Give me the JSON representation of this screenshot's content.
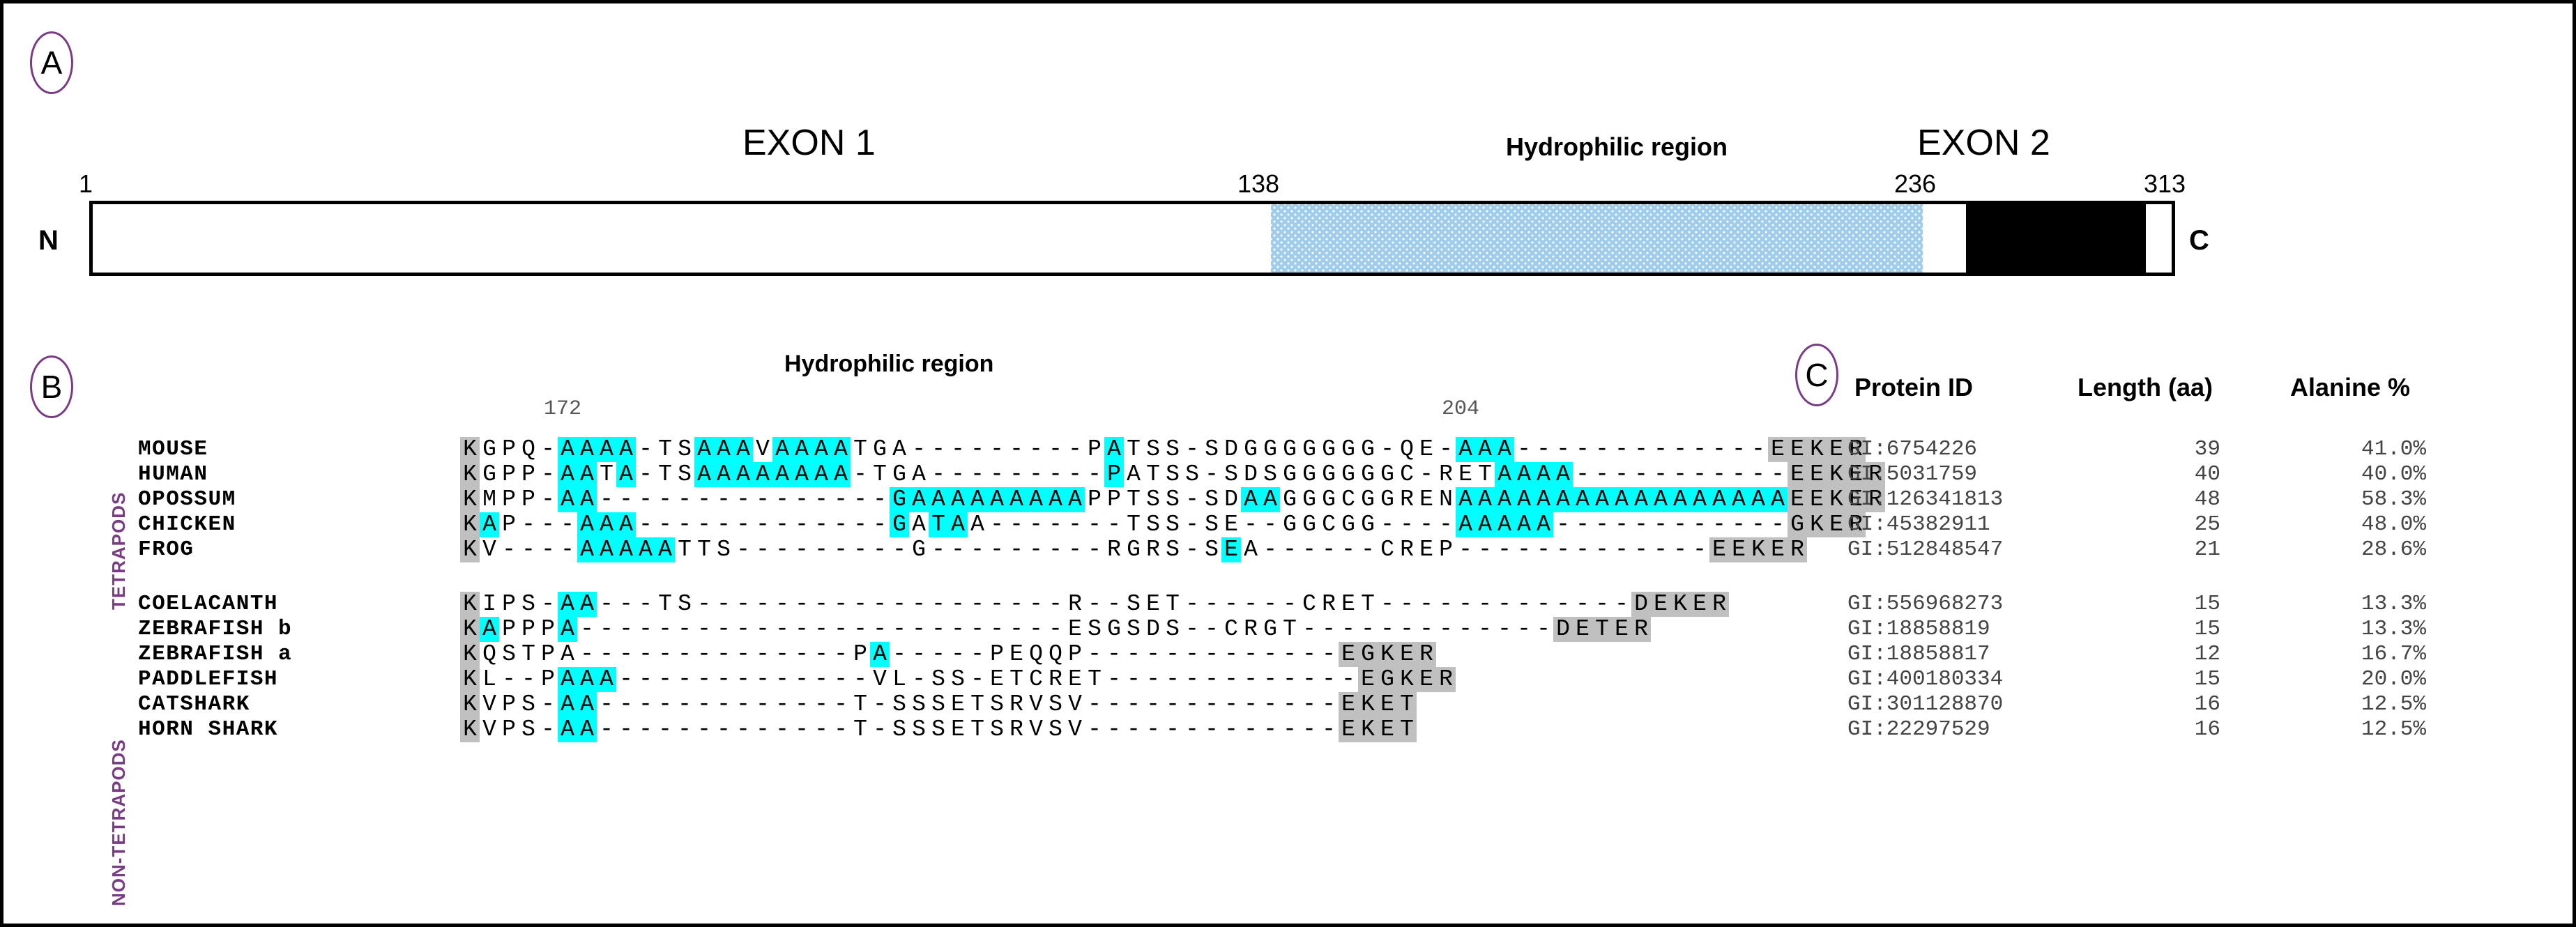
{
  "panel_a": {
    "badge": "A",
    "exon1_label": "EXON 1",
    "hydrophilic_label": "Hydrophilic region",
    "exon2_label": "EXON 2",
    "positions": {
      "start": "1",
      "hydrophilic_start": "138",
      "hydrophilic_end": "236",
      "end": "313"
    },
    "n_terminus": "N",
    "c_terminus": "C",
    "colors": {
      "hydrophilic_fill": "#9fcdeb",
      "exon2_fill": "#000000",
      "outline": "#000000"
    }
  },
  "panel_b": {
    "badge": "B",
    "hydrophilic_label": "Hydrophilic region",
    "position_markers": [
      {
        "label": "172",
        "column": 5
      },
      {
        "label": "204",
        "column": 51
      }
    ],
    "groups": [
      {
        "label": "TETRAPODS",
        "species": [
          "MOUSE",
          "HUMAN",
          "OPOSSUM",
          "CHICKEN",
          "FROG"
        ]
      },
      {
        "label": "NON-TETRAPODS",
        "species": [
          "COELACANTH",
          "ZEBRAFISH b",
          "ZEBRAFISH a",
          "PADDLEFISH",
          "CATSHARK",
          "HORN SHARK"
        ]
      }
    ],
    "highlight_colors": {
      "alanine": "#00ffff",
      "flank": "#c0c0c0"
    },
    "alignments": [
      {
        "species": "MOUSE",
        "seq": "KGPQ-AAAA-TSAAAVAAAATGA---------PATSS-SDGGGGGGG-QE-AAA-------------EEKER",
        "cyan": [
          [
            5,
            8
          ],
          [
            12,
            14
          ],
          [
            16,
            19
          ],
          [
            33,
            33
          ],
          [
            51,
            53
          ]
        ],
        "gray": [
          [
            0,
            0
          ],
          [
            67,
            71
          ]
        ]
      },
      {
        "species": "HUMAN",
        "seq": "KGPP-AATA-TSAAAAAAAA-TGA---------PATSS-SDSGGGGGGC-RETAAAA-----------EEKER",
        "cyan": [
          [
            5,
            6
          ],
          [
            8,
            8
          ],
          [
            12,
            19
          ],
          [
            33,
            33
          ],
          [
            53,
            56
          ]
        ],
        "gray": [
          [
            0,
            0
          ],
          [
            68,
            72
          ]
        ]
      },
      {
        "species": "OPOSSUM",
        "seq": "KMPP-AA---------------GAAAAAAAAAPPTSS-SDAAGGGCGGRENAAAAAAAAAAAAAAAAAEEKER",
        "cyan": [
          [
            5,
            6
          ],
          [
            22,
            31
          ],
          [
            40,
            41
          ],
          [
            51,
            67
          ]
        ],
        "gray": [
          [
            0,
            0
          ],
          [
            68,
            72
          ]
        ]
      },
      {
        "species": "CHICKEN",
        "seq": "KAP---AAA-------------GATAA-------TSS-SE--GGCGG----AAAAA------------GKER",
        "cyan": [
          [
            1,
            1
          ],
          [
            6,
            8
          ],
          [
            22,
            22
          ],
          [
            24,
            25
          ],
          [
            51,
            55
          ]
        ],
        "gray": [
          [
            0,
            0
          ],
          [
            68,
            71
          ]
        ]
      },
      {
        "species": "FROG",
        "seq": "KV----AAAAATTS---------G---------RGRS-SEA------CREP-------------EEKER",
        "cyan": [
          [
            6,
            10
          ],
          [
            39,
            39
          ]
        ],
        "gray": [
          [
            0,
            0
          ],
          [
            64,
            68
          ]
        ]
      },
      {
        "species": "COELACANTH",
        "seq": "KIPS-AA---TS-------------------R--SET------CRET-------------DEKER",
        "cyan": [
          [
            5,
            6
          ]
        ],
        "gray": [
          [
            0,
            0
          ],
          [
            60,
            64
          ]
        ]
      },
      {
        "species": "ZEBRAFISH b",
        "seq": "KAPPPA-------------------------ESGSDS--CRGT-------------DETER",
        "cyan": [
          [
            1,
            1
          ],
          [
            5,
            5
          ]
        ],
        "gray": [
          [
            0,
            0
          ],
          [
            56,
            60
          ]
        ]
      },
      {
        "species": "ZEBRAFISH a",
        "seq": "KQSTPA--------------PA-----PEQQP-------------EGKER",
        "cyan": [
          [
            21,
            21
          ]
        ],
        "gray": [
          [
            0,
            0
          ],
          [
            45,
            49
          ]
        ]
      },
      {
        "species": "PADDLEFISH",
        "seq": "KL--PAAA-------------VL-SS-ETCRET-------------EGKER",
        "cyan": [
          [
            5,
            7
          ]
        ],
        "gray": [
          [
            0,
            0
          ],
          [
            46,
            50
          ]
        ]
      },
      {
        "species": "CATSHARK",
        "seq": "KVPS-AA-------------T-SSSETSRVSV-------------EKET",
        "cyan": [
          [
            5,
            6
          ]
        ],
        "gray": [
          [
            0,
            0
          ],
          [
            45,
            48
          ]
        ]
      },
      {
        "species": "HORN SHARK",
        "seq": "KVPS-AA-------------T-SSSETSRVSV-------------EKET",
        "cyan": [
          [
            5,
            6
          ]
        ],
        "gray": [
          [
            0,
            0
          ],
          [
            45,
            48
          ]
        ]
      }
    ]
  },
  "panel_c": {
    "badge": "C",
    "columns": [
      "Protein ID",
      "Length (aa)",
      "Alanine %"
    ],
    "rows": [
      {
        "protein_id": "GI:6754226",
        "length": "39",
        "alanine_pct": "41.0%"
      },
      {
        "protein_id": "GI:5031759",
        "length": "40",
        "alanine_pct": "40.0%"
      },
      {
        "protein_id": "GI:126341813",
        "length": "48",
        "alanine_pct": "58.3%"
      },
      {
        "protein_id": "GI:45382911",
        "length": "25",
        "alanine_pct": "48.0%"
      },
      {
        "protein_id": "GI:512848547",
        "length": "21",
        "alanine_pct": "28.6%"
      },
      {
        "protein_id": "GI:556968273",
        "length": "15",
        "alanine_pct": "13.3%"
      },
      {
        "protein_id": "GI:18858819",
        "length": "15",
        "alanine_pct": "13.3%"
      },
      {
        "protein_id": "GI:18858817",
        "length": "12",
        "alanine_pct": "16.7%"
      },
      {
        "protein_id": "GI:400180334",
        "length": "15",
        "alanine_pct": "20.0%"
      },
      {
        "protein_id": "GI:301128870",
        "length": "16",
        "alanine_pct": "12.5%"
      },
      {
        "protein_id": "GI:22297529",
        "length": "16",
        "alanine_pct": "12.5%"
      }
    ]
  }
}
